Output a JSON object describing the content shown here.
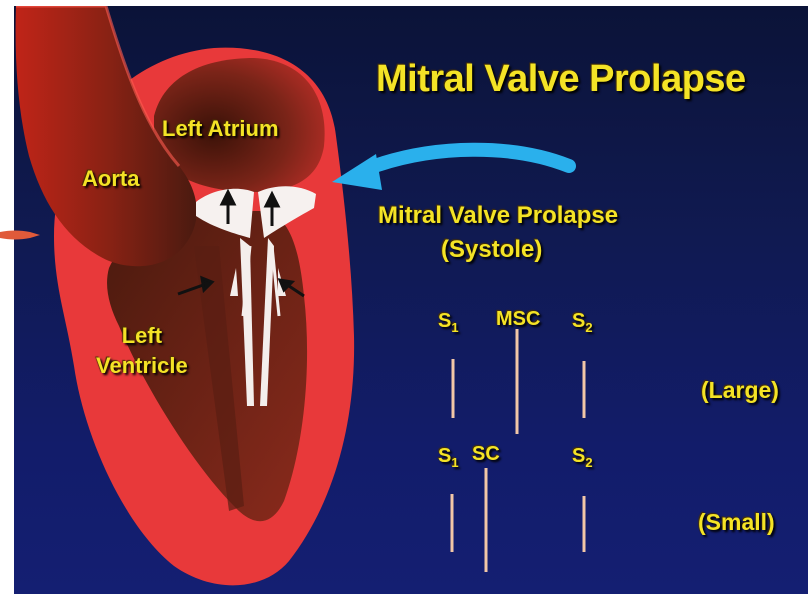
{
  "slide": {
    "title": "Mitral Valve Prolapse",
    "subtitle": "Mitral Valve Prolapse",
    "phase": "(Systole)"
  },
  "anatomy": {
    "left_atrium": "Left Atrium",
    "aorta": "Aorta",
    "left_ventricle_line1": "Left",
    "left_ventricle_line2": "Ventricle"
  },
  "sounds": {
    "large": {
      "label": "(Large)",
      "s1": "S",
      "s1_sub": "1",
      "click": "MSC",
      "s2": "S",
      "s2_sub": "2"
    },
    "small": {
      "label": "(Small)",
      "s1": "S",
      "s1_sub": "1",
      "click": "SC",
      "s2": "S",
      "s2_sub": "2"
    }
  },
  "colors": {
    "title_text": "#f4e326",
    "background": "#101a52",
    "heart_outer": "#e8393a",
    "heart_inner": "#7a2418",
    "arrow": "#2ab0ec",
    "sound_ticks": "#f2c7a7"
  },
  "icons": {
    "pointer_arrow": "curved-arrow-icon",
    "valve_arrow": "up-arrow-icon"
  }
}
